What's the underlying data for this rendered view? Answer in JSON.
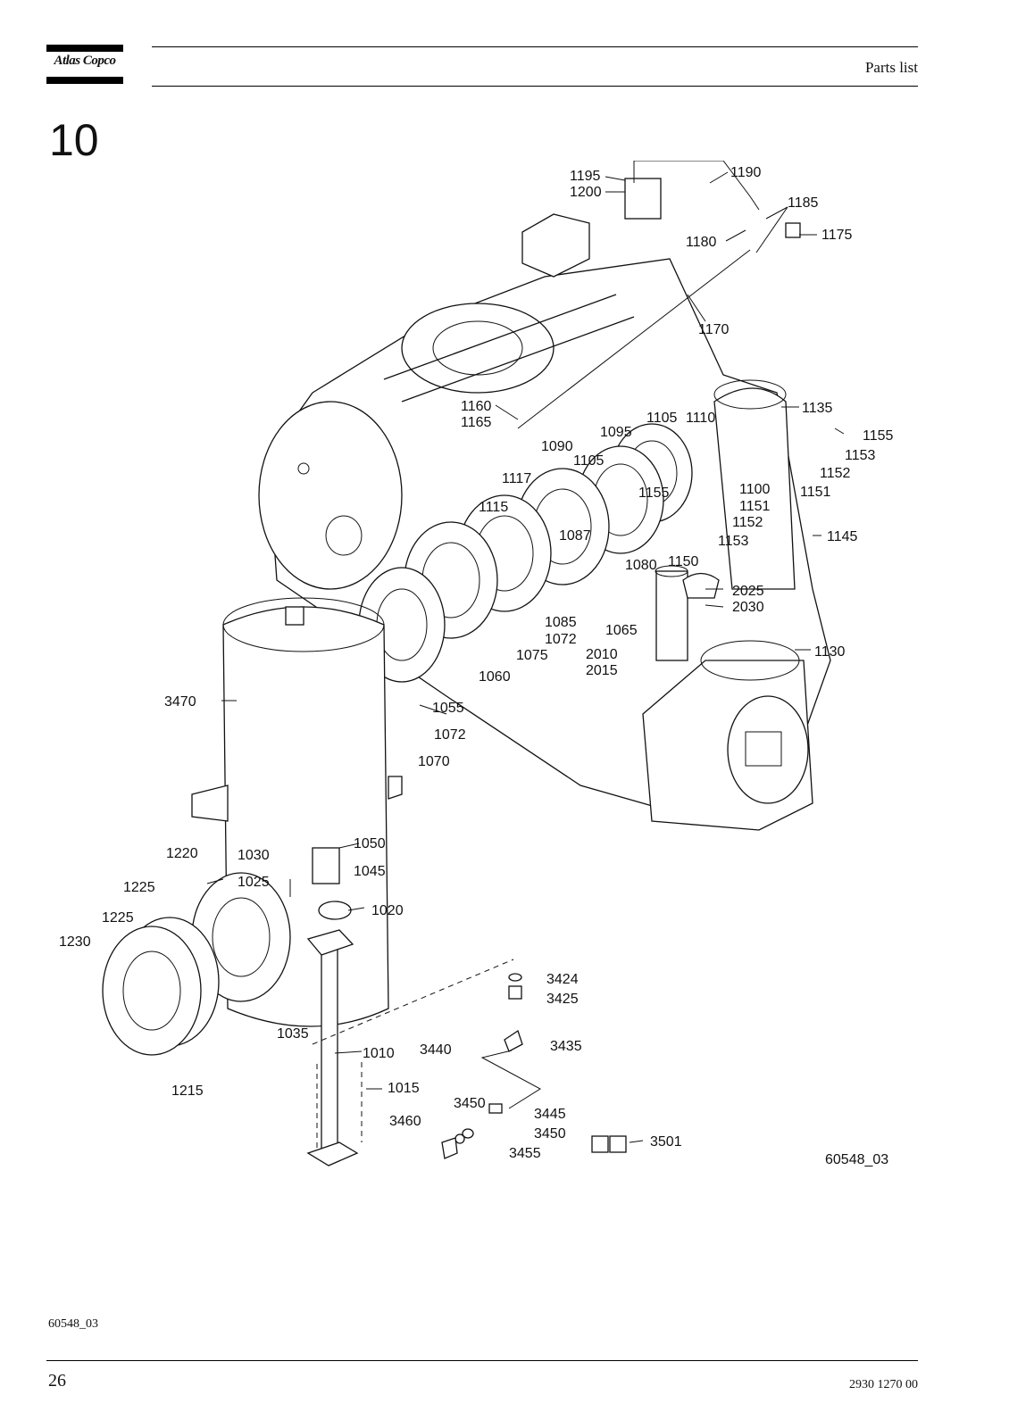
{
  "brand": {
    "logo_text": "Atlas Copco"
  },
  "header": {
    "title": "Parts list"
  },
  "section": {
    "number": "10"
  },
  "drawing": {
    "drawing_id": "60548_03",
    "callouts": [
      {
        "id": "c1195",
        "label": "1195"
      },
      {
        "id": "c1200",
        "label": "1200"
      },
      {
        "id": "c1190",
        "label": "1190"
      },
      {
        "id": "c1185",
        "label": "1185"
      },
      {
        "id": "c1175",
        "label": "1175"
      },
      {
        "id": "c1180",
        "label": "1180"
      },
      {
        "id": "c1170",
        "label": "1170"
      },
      {
        "id": "c1160",
        "label": "1160"
      },
      {
        "id": "c1165",
        "label": "1165"
      },
      {
        "id": "c1135",
        "label": "1135"
      },
      {
        "id": "c1105a",
        "label": "1105"
      },
      {
        "id": "c1110",
        "label": "1110"
      },
      {
        "id": "c1155a",
        "label": "1155"
      },
      {
        "id": "c1095",
        "label": "1095"
      },
      {
        "id": "c1090",
        "label": "1090"
      },
      {
        "id": "c1153a",
        "label": "1153"
      },
      {
        "id": "c1105b",
        "label": "1105"
      },
      {
        "id": "c1152a",
        "label": "1152"
      },
      {
        "id": "c1117",
        "label": "1117"
      },
      {
        "id": "c1155b",
        "label": "1155"
      },
      {
        "id": "c1100",
        "label": "1100"
      },
      {
        "id": "c1151a",
        "label": "1151"
      },
      {
        "id": "c1151b",
        "label": "1151"
      },
      {
        "id": "c1115",
        "label": "1115"
      },
      {
        "id": "c1152b",
        "label": "1152"
      },
      {
        "id": "c1087",
        "label": "1087"
      },
      {
        "id": "c1153b",
        "label": "1153"
      },
      {
        "id": "c1145",
        "label": "1145"
      },
      {
        "id": "c1080",
        "label": "1080"
      },
      {
        "id": "c1150",
        "label": "1150"
      },
      {
        "id": "c2025",
        "label": "2025"
      },
      {
        "id": "c2030",
        "label": "2030"
      },
      {
        "id": "c1085",
        "label": "1085"
      },
      {
        "id": "c1065",
        "label": "1065"
      },
      {
        "id": "c1072a",
        "label": "1072"
      },
      {
        "id": "c1075",
        "label": "1075"
      },
      {
        "id": "c2010",
        "label": "2010"
      },
      {
        "id": "c1130",
        "label": "1130"
      },
      {
        "id": "c2015",
        "label": "2015"
      },
      {
        "id": "c1060",
        "label": "1060"
      },
      {
        "id": "c3470",
        "label": "3470"
      },
      {
        "id": "c1055",
        "label": "1055"
      },
      {
        "id": "c1072b",
        "label": "1072"
      },
      {
        "id": "c1070",
        "label": "1070"
      },
      {
        "id": "c1050",
        "label": "1050"
      },
      {
        "id": "c1220",
        "label": "1220"
      },
      {
        "id": "c1030",
        "label": "1030"
      },
      {
        "id": "c1045",
        "label": "1045"
      },
      {
        "id": "c1225a",
        "label": "1225"
      },
      {
        "id": "c1025",
        "label": "1025"
      },
      {
        "id": "c1020",
        "label": "1020"
      },
      {
        "id": "c1225b",
        "label": "1225"
      },
      {
        "id": "c1230",
        "label": "1230"
      },
      {
        "id": "c3424",
        "label": "3424"
      },
      {
        "id": "c3425",
        "label": "3425"
      },
      {
        "id": "c1035",
        "label": "1035"
      },
      {
        "id": "c3440",
        "label": "3440"
      },
      {
        "id": "c3435",
        "label": "3435"
      },
      {
        "id": "c1010",
        "label": "1010"
      },
      {
        "id": "c1215",
        "label": "1215"
      },
      {
        "id": "c1015",
        "label": "1015"
      },
      {
        "id": "c3450a",
        "label": "3450"
      },
      {
        "id": "c3445",
        "label": "3445"
      },
      {
        "id": "c3460",
        "label": "3460"
      },
      {
        "id": "c3450b",
        "label": "3450"
      },
      {
        "id": "c3501",
        "label": "3501"
      },
      {
        "id": "c3455",
        "label": "3455"
      }
    ]
  },
  "footer": {
    "ref": "60548_03",
    "page_number": "26",
    "doc_number": "2930 1270 00"
  }
}
